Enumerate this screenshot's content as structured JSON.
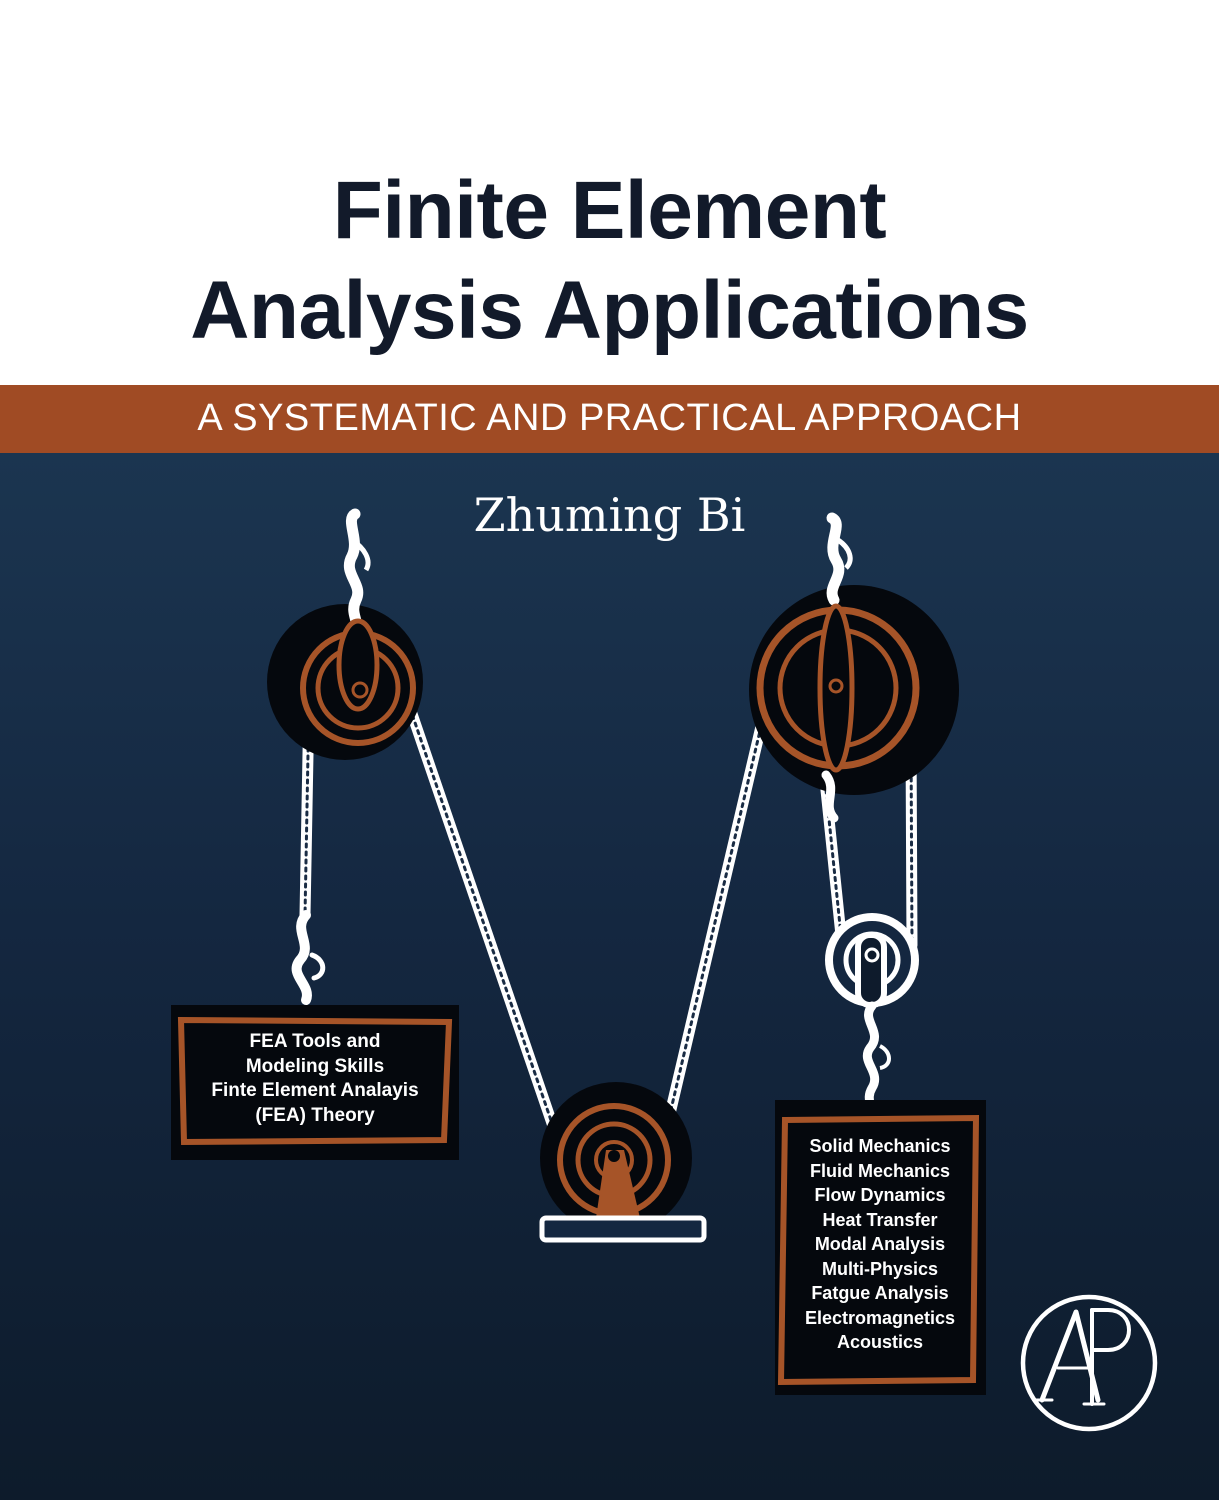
{
  "cover": {
    "title_line1": "Finite Element",
    "title_line2": "Analysis Applications",
    "subtitle": "A SYSTEMATIC AND PRACTICAL APPROACH",
    "author": "Zhuming Bi",
    "publisher_logo": "AP",
    "colors": {
      "title": "#121a2a",
      "band": "#a04b24",
      "background": "#142740",
      "accent": "#a65428",
      "rope": "#ffffff"
    }
  },
  "left_sign": {
    "lines": [
      "FEA Tools and",
      "Modeling Skills",
      "Finte Element Analayis",
      "(FEA) Theory"
    ]
  },
  "right_sign": {
    "lines": [
      "Solid Mechanics",
      "Fluid Mechanics",
      "Flow Dynamics",
      "Heat Transfer",
      "Modal Analysis",
      "Multi-Physics",
      "Fatgue Analysis",
      "Electromagnetics",
      "Acoustics"
    ]
  }
}
